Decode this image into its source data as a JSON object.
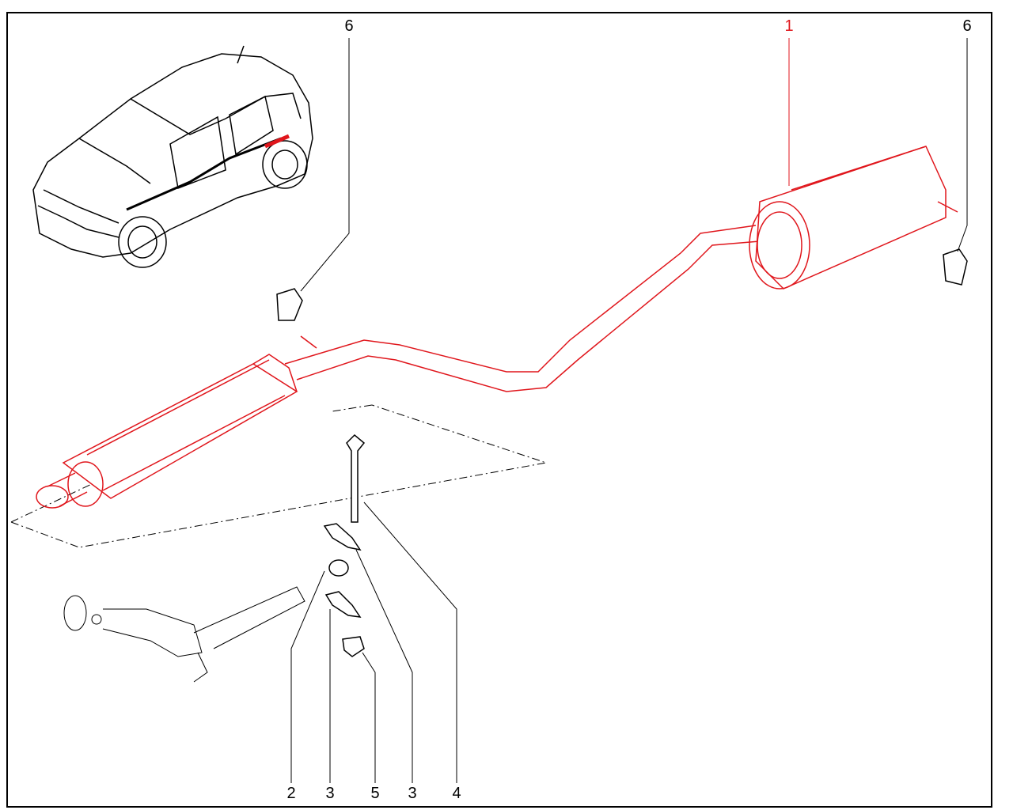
{
  "diagram": {
    "callouts": {
      "top_left_6": "6",
      "top_1": "1",
      "top_right_6": "6",
      "bottom_2": "2",
      "bottom_3a": "3",
      "bottom_5": "5",
      "bottom_3b": "3",
      "bottom_4": "4"
    },
    "colors": {
      "highlight": "#e0161c",
      "line": "#000000"
    }
  }
}
